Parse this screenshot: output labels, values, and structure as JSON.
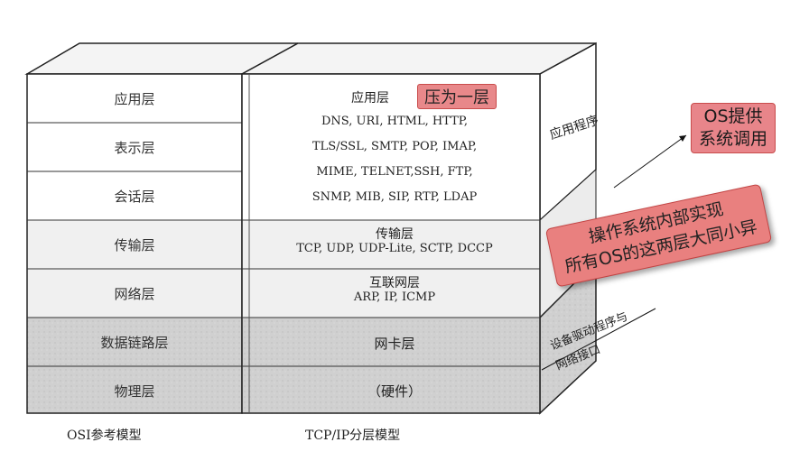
{
  "osi": {
    "caption": "OSI参考模型",
    "layers": [
      "应用层",
      "表示层",
      "会话层",
      "传输层",
      "网络层",
      "数据链路层",
      "物理层"
    ]
  },
  "tcpip": {
    "caption": "TCP/IP分层模型",
    "application": {
      "title": "应用层",
      "protocols": [
        "DNS, URI, HTML, HTTP,",
        "TLS/SSL, SMTP, POP, IMAP,",
        "MIME, TELNET,SSH, FTP,",
        "SNMP, MIB, SIP, RTP, LDAP"
      ]
    },
    "transport": {
      "title": "传输层",
      "protocols": "TCP, UDP, UDP-Lite, SCTP, DCCP"
    },
    "internet": {
      "title": "互联网层",
      "protocols": "ARP, IP, ICMP"
    },
    "link": {
      "title": "网卡层"
    },
    "physical": {
      "title": "（硬件）"
    }
  },
  "side": {
    "application": "应用程序",
    "driver_line1": "设备驱动程序与",
    "driver_line2": "网络接口"
  },
  "callouts": {
    "merged": "压为一层",
    "os_provides_line1": "OS提供",
    "os_provides_line2": "系统调用",
    "os_internal_line1": "操作系统内部实现",
    "os_internal_line2": "所有OS的这两层大同小异"
  },
  "colors": {
    "callout_fill": "#e8888a",
    "callout_border": "#c94c4c",
    "lower_layer_fill": "#cfcfcf",
    "mid_layer_fill": "#f2f2f2"
  }
}
